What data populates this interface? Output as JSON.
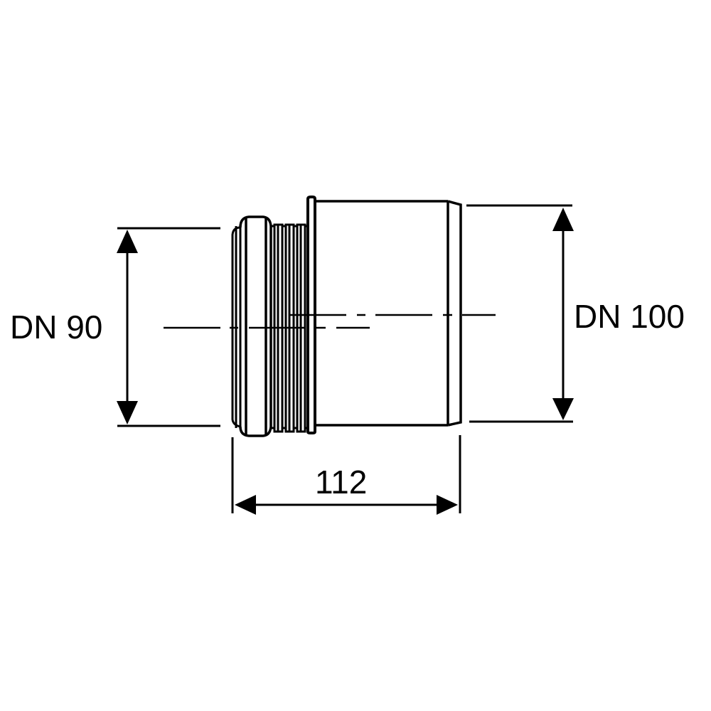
{
  "drawing": {
    "type": "technical-drawing",
    "subject": "pipe adapter / reducer",
    "line_color": "#000000",
    "background": "#ffffff"
  },
  "dimensions": {
    "left_diameter": {
      "label": "DN 90"
    },
    "right_diameter": {
      "label": "DN 100"
    },
    "length": {
      "label": "112"
    }
  }
}
